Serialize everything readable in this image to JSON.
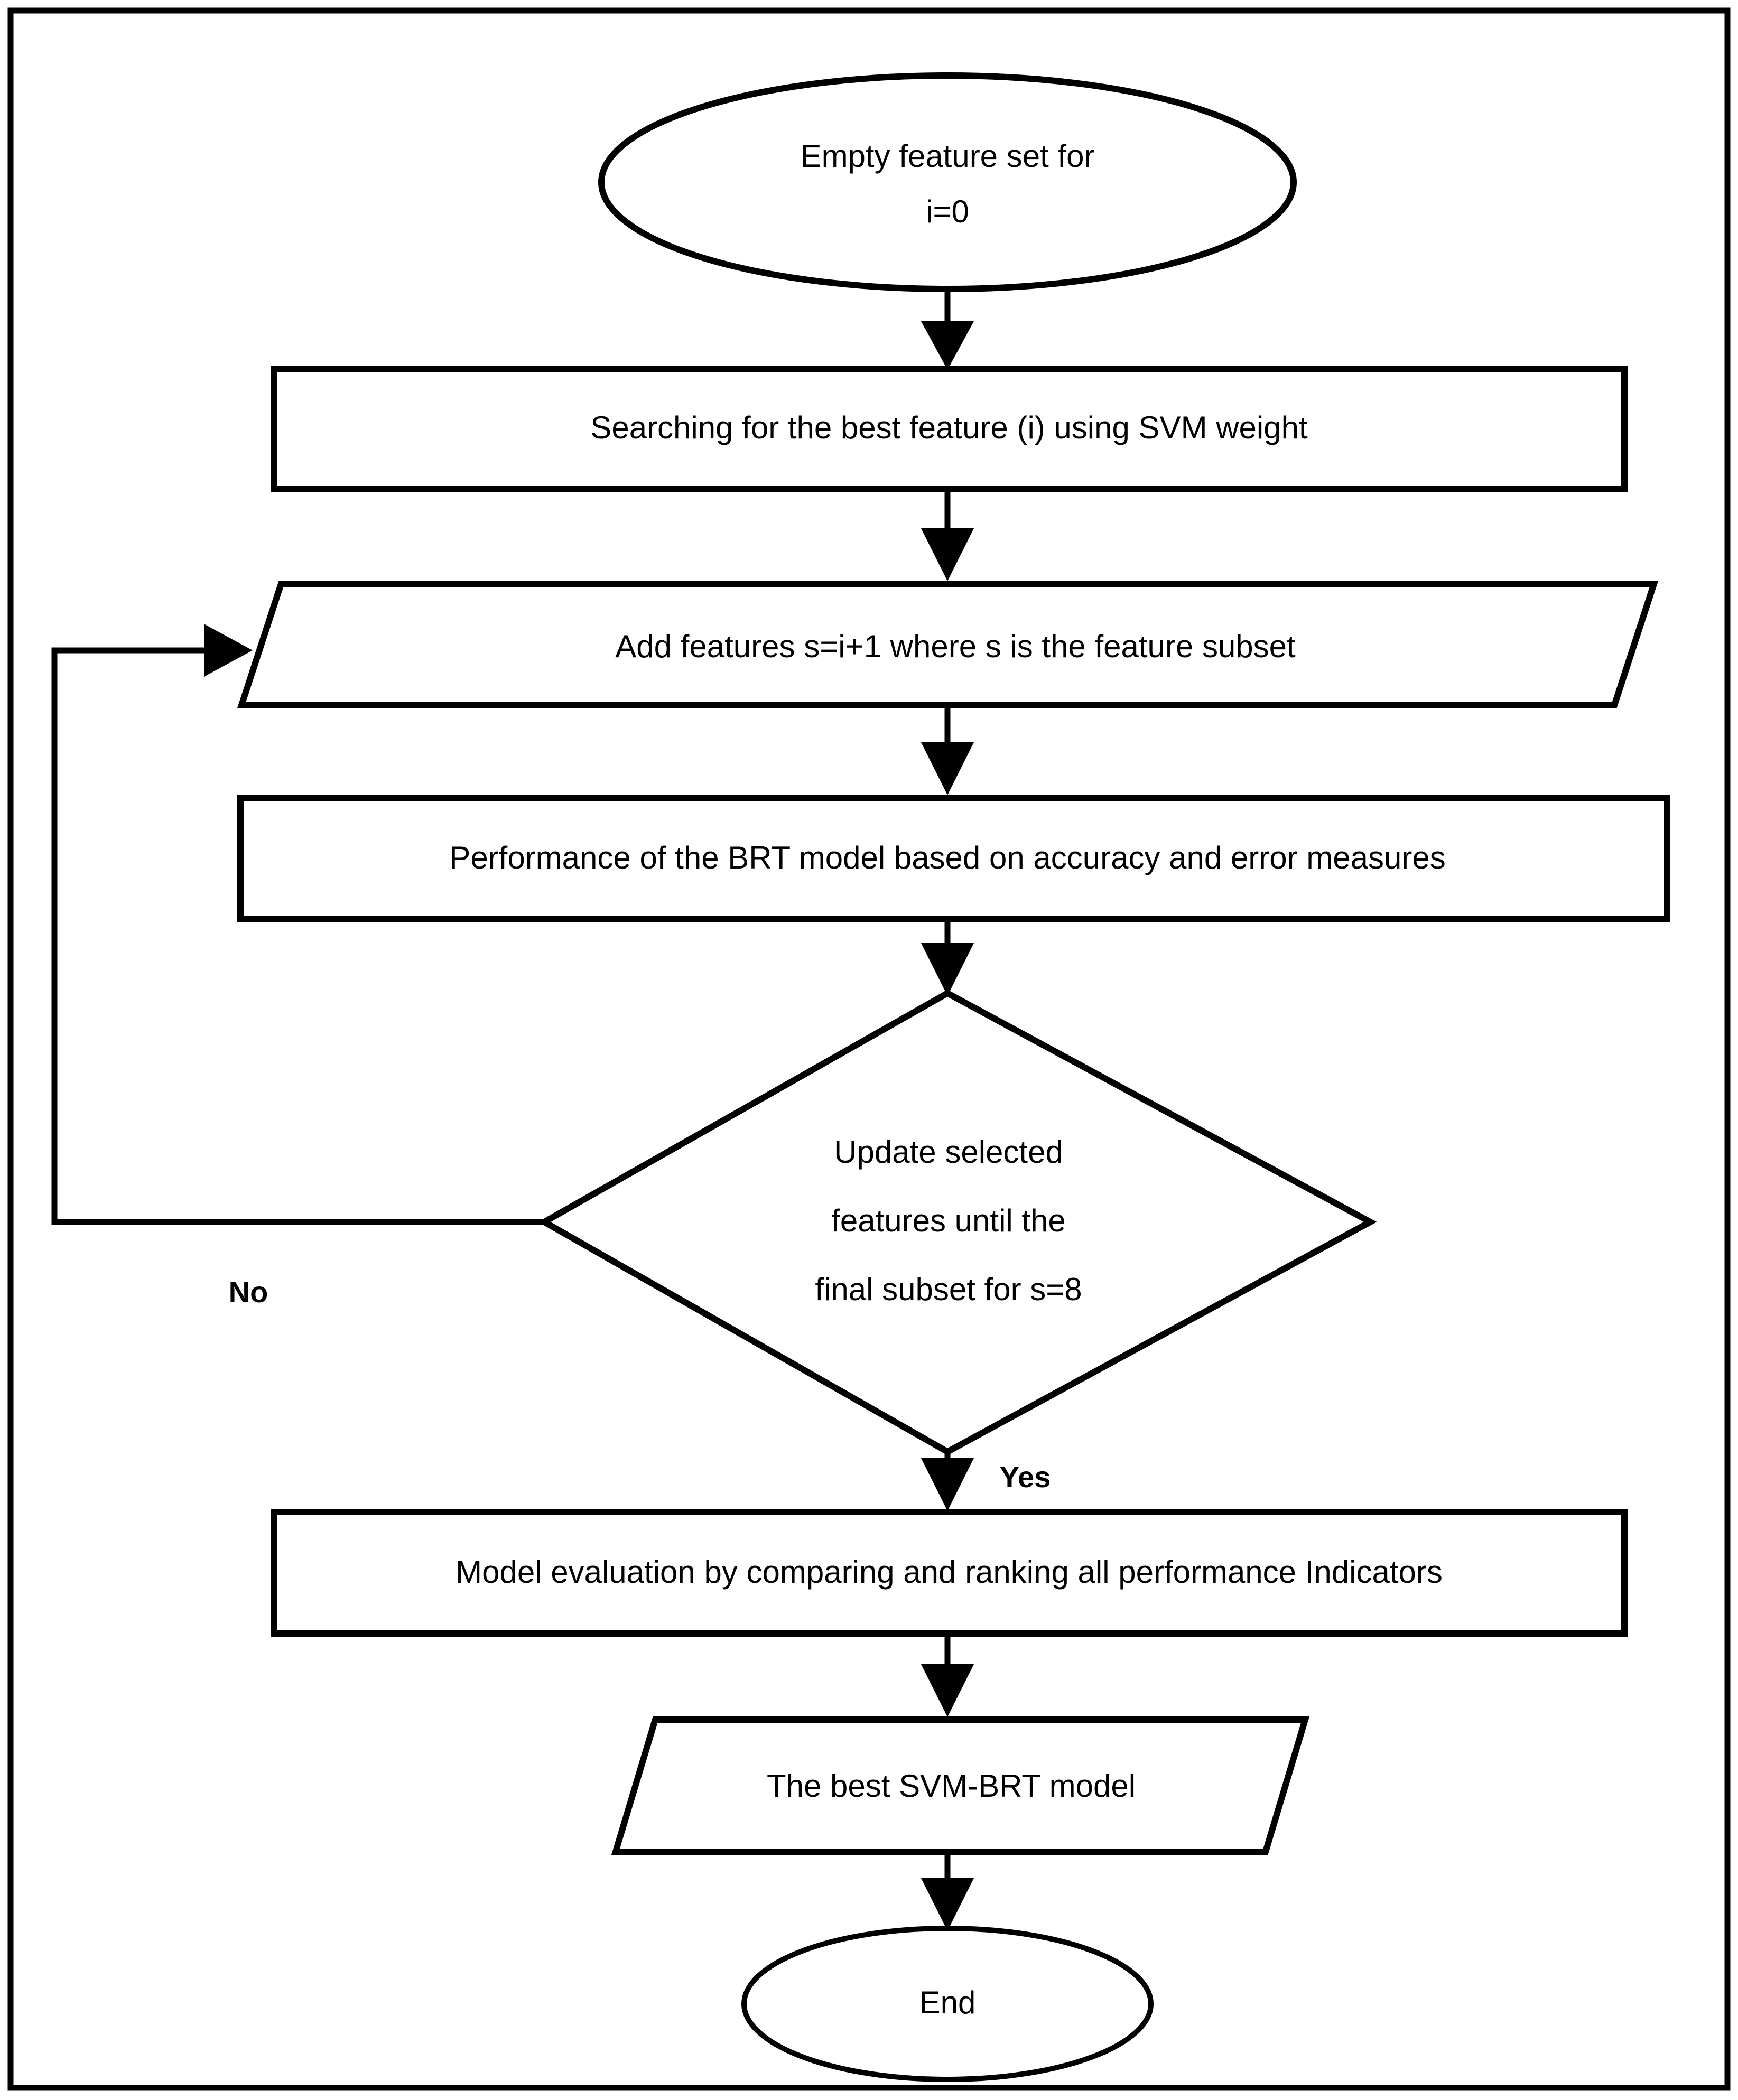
{
  "figure": {
    "title": "SVM-BRT feature selection flowchart",
    "border_color": "#000000",
    "background_color": "#ffffff",
    "line_color": "#000000",
    "text_color": "#000000"
  },
  "flowchart": {
    "type": "flowchart",
    "orientation": "top-to-bottom",
    "nodes": [
      {
        "id": "start",
        "shape": "ellipse",
        "role": "terminator",
        "lines": [
          "Empty feature set for",
          "i=0"
        ],
        "label": "Empty feature set for i=0"
      },
      {
        "id": "search",
        "shape": "rectangle",
        "role": "process",
        "lines": [
          "Searching for the best feature (i) using SVM weight"
        ],
        "label": "Searching for the best feature (i) using SVM weight"
      },
      {
        "id": "add",
        "shape": "parallelogram",
        "role": "input-output",
        "lines": [
          "Add features ",
          "s=i+1",
          " where s is the feature subset"
        ],
        "text_prefix": "Add features ",
        "text_italic": "s=i+1",
        "text_suffix": " where s is the feature subset",
        "label": "Add features s=i+1 where s is the feature subset"
      },
      {
        "id": "performance",
        "shape": "rectangle",
        "role": "process",
        "lines": [
          "Performance of the BRT model based on accuracy and error measures"
        ],
        "label": "Performance of the BRT model based on accuracy and error measures"
      },
      {
        "id": "decision",
        "shape": "diamond",
        "role": "decision",
        "lines": [
          "Update selected",
          "features until the",
          "final subset for s=8"
        ],
        "label": "Update selected features until the final subset for s=8"
      },
      {
        "id": "evaluation",
        "shape": "rectangle",
        "role": "process",
        "lines": [
          "Model evaluation by comparing and ranking all performance Indicators"
        ],
        "label": "Model evaluation by comparing and ranking all performance Indicators"
      },
      {
        "id": "best-model",
        "shape": "parallelogram",
        "role": "input-output",
        "lines": [
          "The best SVM-BRT model"
        ],
        "label": "The best SVM-BRT model"
      },
      {
        "id": "end",
        "shape": "ellipse",
        "role": "terminator",
        "lines": [
          "End"
        ],
        "label": "End"
      }
    ],
    "edges": [
      {
        "id": "e1",
        "from": "start",
        "to": "search",
        "label": ""
      },
      {
        "id": "e2",
        "from": "search",
        "to": "add",
        "label": ""
      },
      {
        "id": "e3",
        "from": "add",
        "to": "performance",
        "label": ""
      },
      {
        "id": "e4",
        "from": "performance",
        "to": "decision",
        "label": ""
      },
      {
        "id": "e5",
        "from": "decision",
        "to": "add",
        "label": "No",
        "label_position": "left"
      },
      {
        "id": "e6",
        "from": "decision",
        "to": "evaluation",
        "label": "Yes",
        "label_position": "right"
      },
      {
        "id": "e7",
        "from": "evaluation",
        "to": "best-model",
        "label": ""
      },
      {
        "id": "e8",
        "from": "best-model",
        "to": "end",
        "label": ""
      }
    ],
    "edge_labels": {
      "no": "No",
      "yes": "Yes"
    }
  }
}
